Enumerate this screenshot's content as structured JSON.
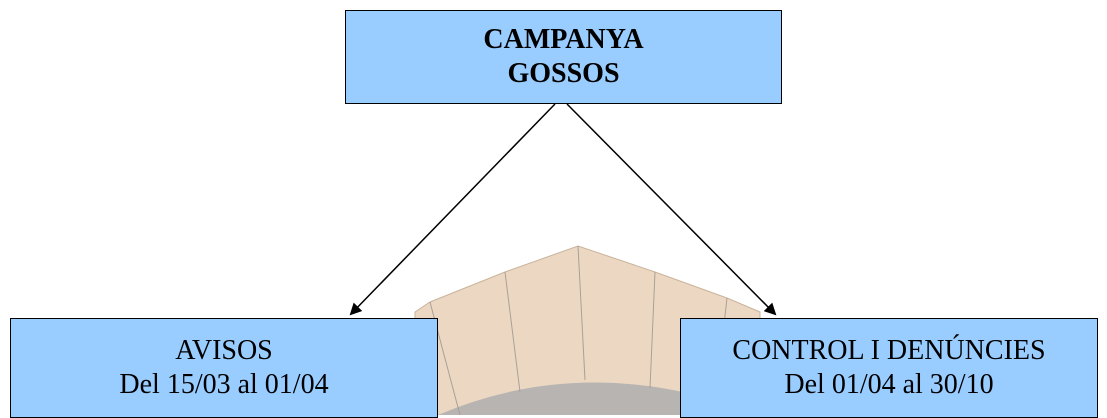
{
  "colors": {
    "box_fill": "#99ccff",
    "box_border": "#000000",
    "arrow": "#000000",
    "shape_fill": "#ecd8c2",
    "shape_inner": "#b8b4b1"
  },
  "top_box": {
    "line1": "CAMPANYA",
    "line2": "GOSSOS"
  },
  "left_box": {
    "title": "AVISOS",
    "dates": "Del 15/03 al 01/04"
  },
  "right_box": {
    "title": "CONTROL I DENÚNCIES",
    "dates": "Del 01/04 al 30/10"
  }
}
